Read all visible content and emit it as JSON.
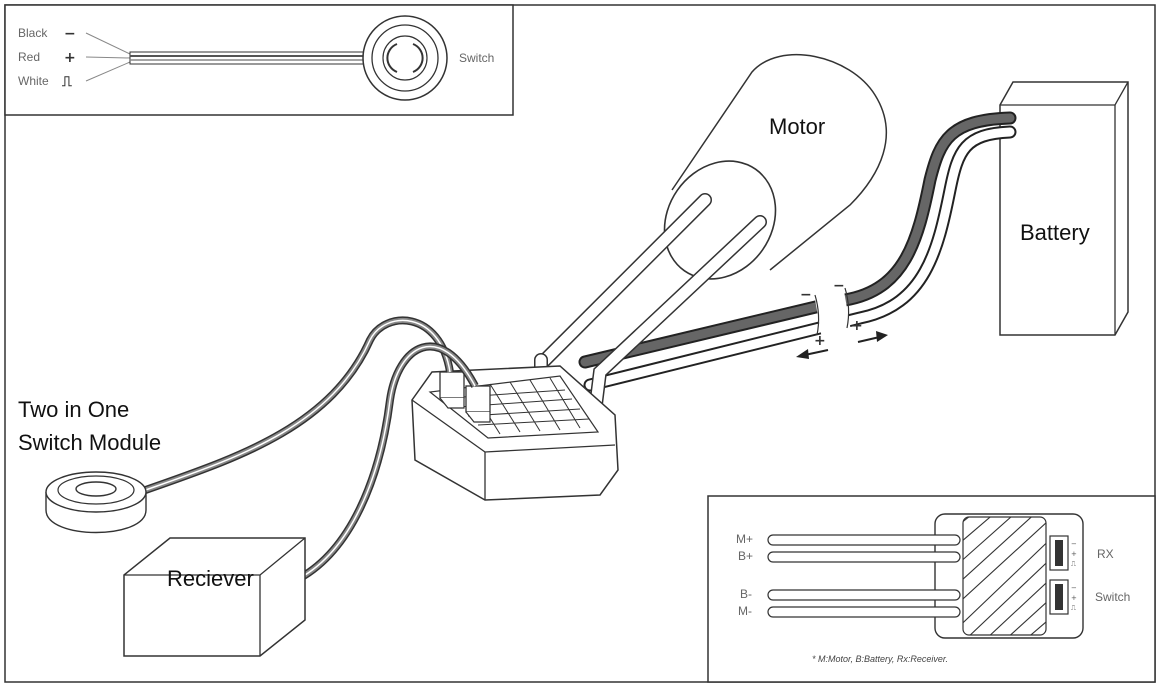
{
  "components": {
    "motor": "Motor",
    "battery": "Battery",
    "switch_module": [
      "Two in One",
      "Switch Module"
    ],
    "receiver": "Reciever"
  },
  "switch_inset": {
    "wires": [
      {
        "label": "Black",
        "symbol": "−"
      },
      {
        "label": "Red",
        "symbol": "+"
      },
      {
        "label": "White",
        "symbol": "⎍"
      }
    ],
    "device_label": "Switch"
  },
  "battery_polarity": {
    "negative": "−",
    "positive": "+"
  },
  "esc_inset": {
    "left_labels": [
      "M+",
      "B+",
      "B-",
      "M-"
    ],
    "right_labels": [
      "RX",
      "Switch"
    ],
    "pin_marks": [
      "−",
      "+",
      "⎍"
    ],
    "legend": "* M:Motor,   B:Battery,   Rx:Receiver."
  },
  "colors": {
    "line": "#222222",
    "wire_dark": "#555555",
    "wire_mid": "#888888",
    "fill": "#ffffff"
  }
}
